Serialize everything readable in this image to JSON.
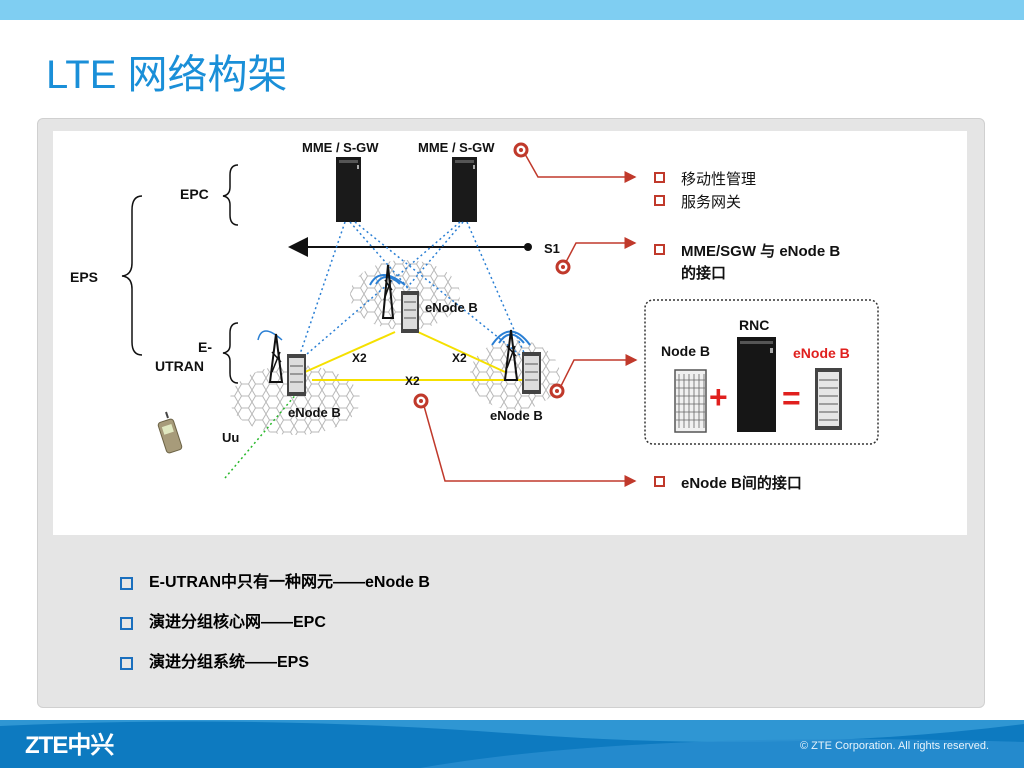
{
  "slide": {
    "title": "LTE 网络构架",
    "copyright": "© ZTE Corporation. All rights reserved.",
    "logo_text": "ZTE中兴"
  },
  "diagram": {
    "labels": {
      "mme_sgw_1": "MME / S-GW",
      "mme_sgw_2": "MME / S-GW",
      "epc": "EPC",
      "eps": "EPS",
      "eutran_line1": "E-",
      "eutran_line2": "UTRAN",
      "enodeb_top": "eNode B",
      "enodeb_left": "eNode B",
      "enodeb_right": "eNode B",
      "x2_left": "X2",
      "x2_right": "X2",
      "x2_bottom": "X2",
      "s1": "S1",
      "uu": "Uu",
      "rnc": "RNC",
      "node_b": "Node B",
      "enodeb_red": "eNode B",
      "plus": "+",
      "equals": "="
    },
    "callouts": {
      "mobility_management": "移动性管理",
      "serving_gateway": "服务网关",
      "s1_line1": "MME/SGW 与 eNode B",
      "s1_line2": "的接口",
      "x2_interface": "eNode B间的接口"
    },
    "colors": {
      "callout_connector": "#c0392b",
      "dotted_link": "#2a7fd4",
      "x2_link": "#f5e000",
      "air_interface": "#27b82a",
      "bullet_box": "#1a6fbe"
    }
  },
  "bullets": [
    "E-UTRAN中只有一种网元——eNode B",
    "演进分组核心网——EPC",
    "演进分组系统——EPS"
  ]
}
